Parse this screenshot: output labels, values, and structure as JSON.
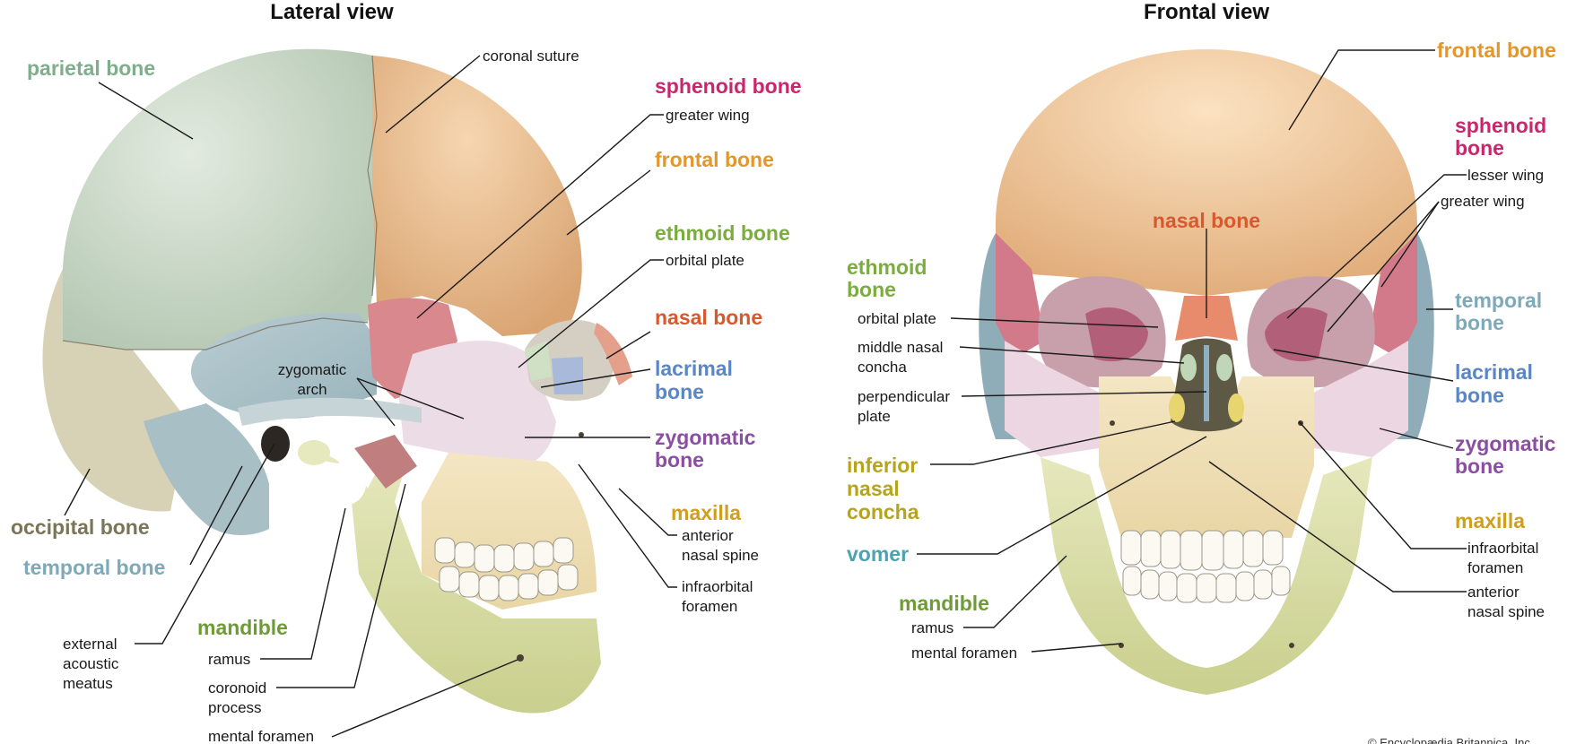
{
  "colors": {
    "parietal": "#7fae8c",
    "frontal": "#e3972b",
    "sphenoid": "#c8276d",
    "ethmoid": "#7aad3e",
    "nasal": "#d9582e",
    "lacrimal": "#5b86c5",
    "zygomatic": "#8a4fa0",
    "maxilla": "#cf9f1e",
    "mandible": "#6e9c34",
    "temporal": "#7ea9b8",
    "occipital": "#7a7558",
    "inferior_nasal_concha": "#b5a41e",
    "vomer": "#4aa3b0"
  },
  "lateral": {
    "title": "Lateral view",
    "labels": {
      "parietal": "parietal bone",
      "coronal_suture": "coronal suture",
      "sphenoid": "sphenoid bone",
      "greater_wing": "greater wing",
      "frontal": "frontal bone",
      "ethmoid": "ethmoid bone",
      "orbital_plate": "orbital plate",
      "nasal": "nasal bone",
      "lacrimal_1": "lacrimal",
      "lacrimal_2": "bone",
      "zygomatic_1": "zygomatic",
      "zygomatic_2": "bone",
      "maxilla": "maxilla",
      "anterior_nasal_spine_1": "anterior",
      "anterior_nasal_spine_2": "nasal spine",
      "infraorbital_foramen_1": "infraorbital",
      "infraorbital_foramen_2": "foramen",
      "zygomatic_arch_1": "zygomatic",
      "zygomatic_arch_2": "arch",
      "occipital": "occipital bone",
      "temporal": "temporal bone",
      "mandible": "mandible",
      "ramus": "ramus",
      "coronoid_1": "coronoid",
      "coronoid_2": "process",
      "mental_foramen": "mental foramen",
      "eam_1": "external",
      "eam_2": "acoustic",
      "eam_3": "meatus"
    }
  },
  "frontal": {
    "title": "Frontal view",
    "labels": {
      "frontal": "frontal bone",
      "sphenoid_1": "sphenoid",
      "sphenoid_2": "bone",
      "lesser_wing": "lesser wing",
      "greater_wing": "greater wing",
      "nasal": "nasal bone",
      "ethmoid_1": "ethmoid",
      "ethmoid_2": "bone",
      "orbital_plate": "orbital plate",
      "middle_concha_1": "middle nasal",
      "middle_concha_2": "concha",
      "perpendicular_1": "perpendicular",
      "perpendicular_2": "plate",
      "temporal_1": "temporal",
      "temporal_2": "bone",
      "lacrimal_1": "lacrimal",
      "lacrimal_2": "bone",
      "zygomatic_1": "zygomatic",
      "zygomatic_2": "bone",
      "inferior_concha_1": "inferior",
      "inferior_concha_2": "nasal",
      "inferior_concha_3": "concha",
      "maxilla": "maxilla",
      "infraorbital_1": "infraorbital",
      "infraorbital_2": "foramen",
      "anterior_spine_1": "anterior",
      "anterior_spine_2": "nasal spine",
      "vomer": "vomer",
      "mandible": "mandible",
      "ramus": "ramus",
      "mental_foramen": "mental foramen"
    }
  },
  "credit": "© Encyclopædia Britannica, Inc."
}
